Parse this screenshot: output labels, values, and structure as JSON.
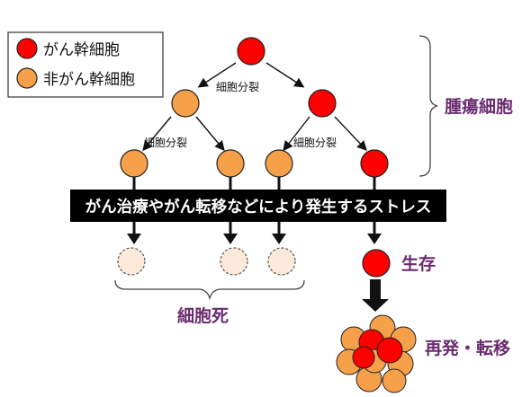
{
  "legend": {
    "cancer_stem_cell": "がん幹細胞",
    "non_cancer_stem_cell": "非がん幹細胞"
  },
  "labels": {
    "division_top": "細胞分裂",
    "division_left": "細胞分裂",
    "division_right": "細胞分裂",
    "stress_banner": "がん治療やがん転移などにより発生するストレス",
    "tumor_cells": "腫瘍細胞",
    "cell_death": "細胞死",
    "survival": "生存",
    "recurrence": "再発・転移"
  },
  "colors": {
    "cancer_stem_cell": "#ff0000",
    "non_cancer_stem_cell": "#f7a04a",
    "dead_cell_fill": "#fde9d9",
    "annotation_text": "#6a2c70",
    "banner_bg": "#000000"
  }
}
